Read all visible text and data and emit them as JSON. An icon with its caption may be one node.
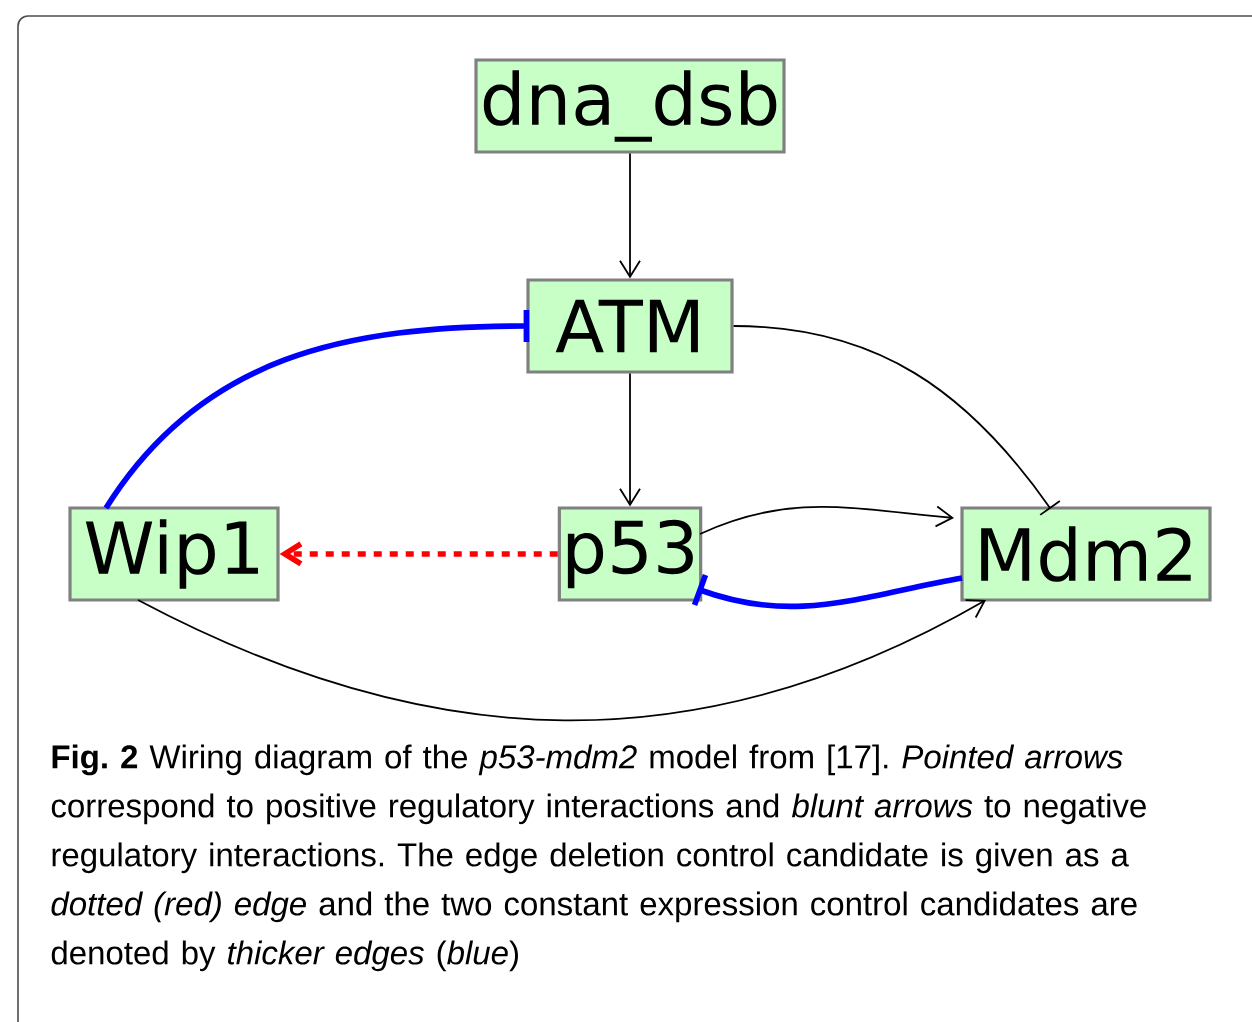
{
  "diagram": {
    "caption": "**Fig. 2** Wiring diagram of the *p53-mdm2* model from [17]. *Pointed arrows* correspond to positive regulatory interactions and *blunt arrows* to negative regulatory interactions. The edge deletion control candidate is given as a *dotted (red) edge* and the two constant expression control candidates are denoted by *thicker edges* (*blue*)",
    "nodes": [
      {
        "text": [
          "dna_dsb"
        ]
      },
      {
        "text": [
          "ATM"
        ]
      },
      {
        "text": [
          "Wip1"
        ]
      },
      {
        "text": [
          "p53"
        ]
      },
      {
        "text": [
          "Mdm2"
        ]
      }
    ],
    "edges": [
      {
        "from": 0,
        "to": 1,
        "arrow": "to"
      },
      {
        "from": 1,
        "to": 3,
        "arrow": "to"
      },
      {
        "from": 1,
        "to": 4,
        "arrow": "other"
      },
      {
        "from": 2,
        "to": 1,
        "arrow": "other",
        "style": "thick",
        "color": "#0000ff"
      },
      {
        "from": 3,
        "to": 4,
        "arrow": "to"
      },
      {
        "from": 4,
        "to": 3,
        "arrow": "other",
        "style": "thick",
        "color": "#0000ff"
      },
      {
        "from": 3,
        "to": 2,
        "arrow": "to",
        "style": "dashed",
        "color": "#ff0000"
      },
      {
        "from": 2,
        "to": 4,
        "arrow": "to"
      }
    ]
  }
}
